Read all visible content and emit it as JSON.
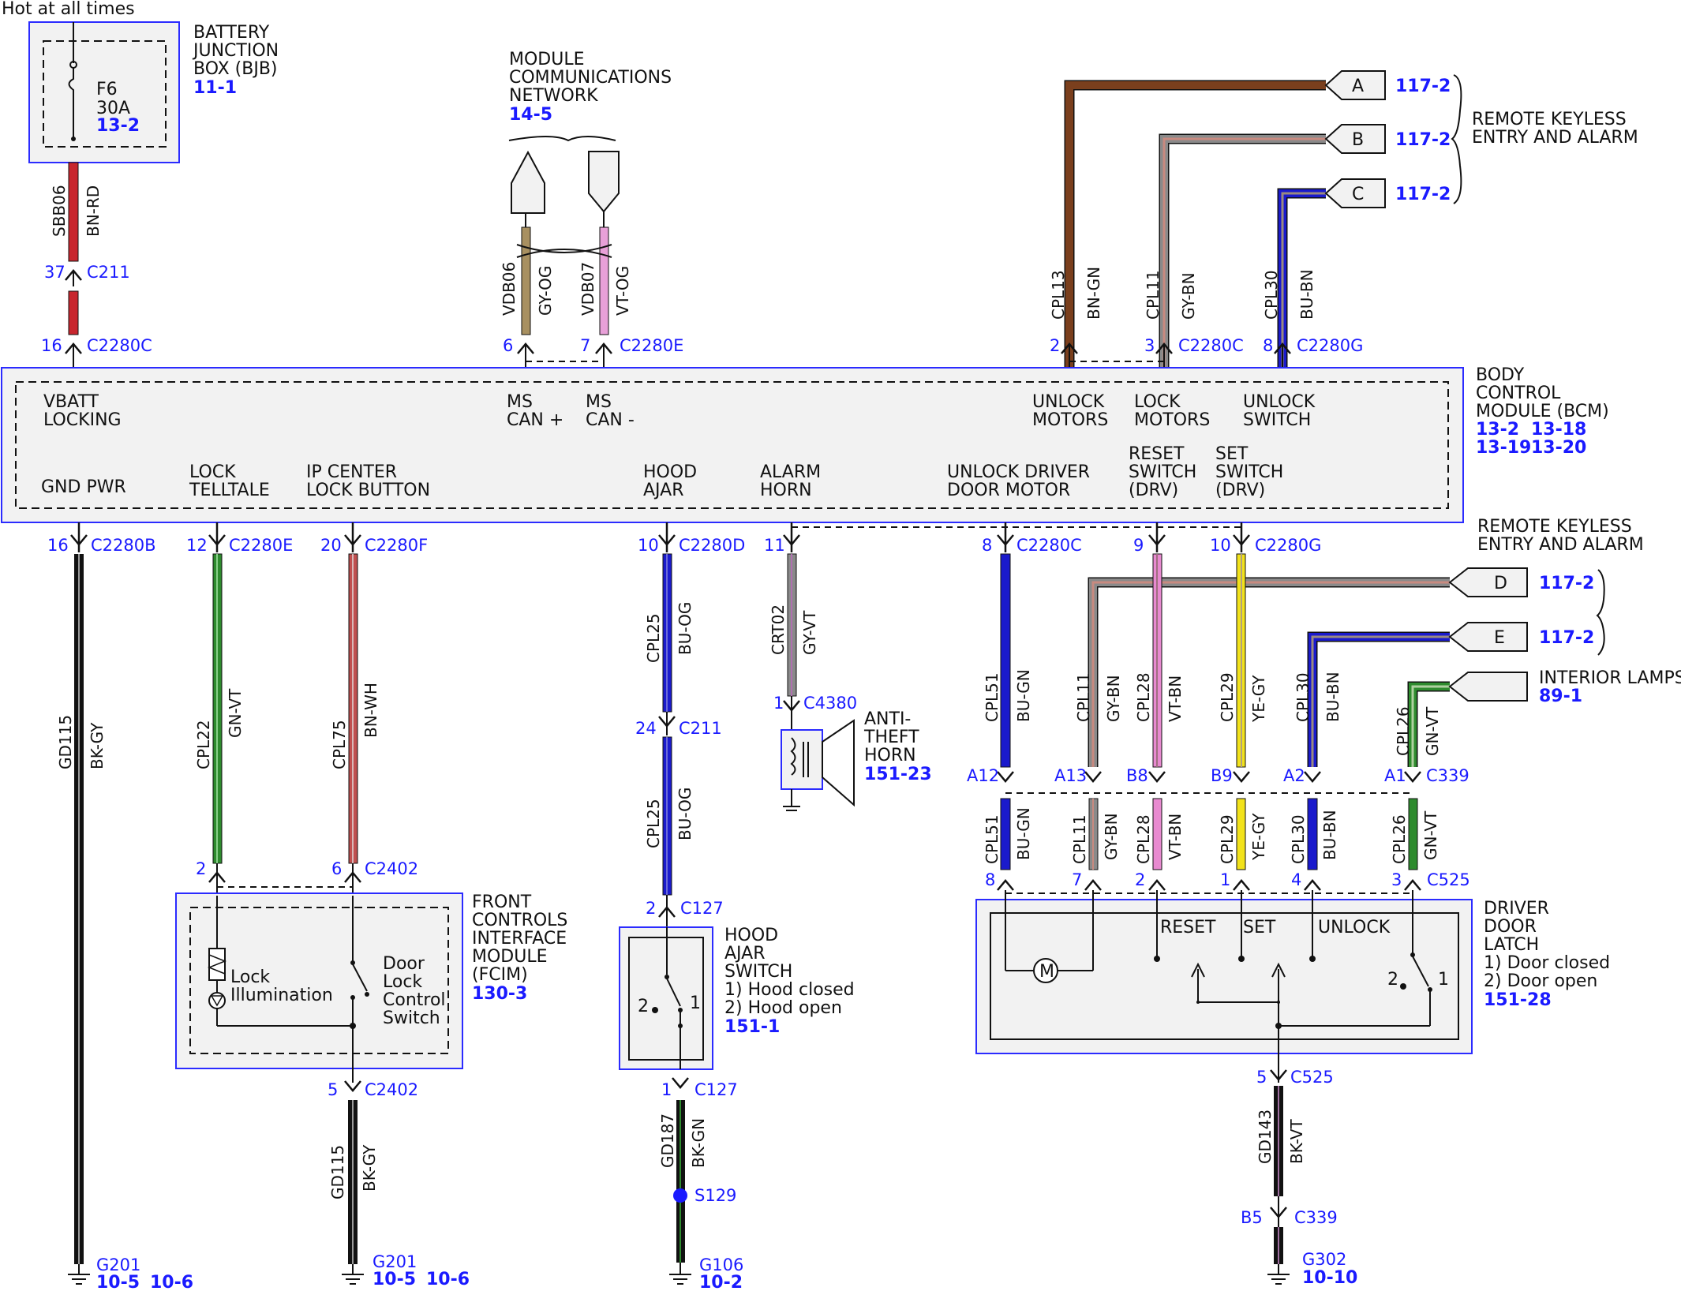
{
  "header": {
    "note": "Hot at all times"
  },
  "bjb": {
    "title1": "BATTERY",
    "title2": "JUNCTION",
    "title3": "BOX (BJB)",
    "ref": "11-1",
    "fuse": "F6",
    "amps": "30A",
    "fuse_ref": "13-2"
  },
  "network": {
    "title1": "MODULE",
    "title2": "COMMUNICATIONS",
    "title3": "NETWORK",
    "ref": "14-5"
  },
  "rke_top": {
    "title1": "REMOTE KEYLESS",
    "title2": "ENTRY AND ALARM",
    "a": "A",
    "b": "B",
    "c": "C",
    "ref_a": "117-2",
    "ref_b": "117-2",
    "ref_c": "117-2"
  },
  "rke_mid": {
    "title1": "REMOTE KEYLESS",
    "title2": "ENTRY AND ALARM",
    "d": "D",
    "e": "E",
    "ref_d": "117-2",
    "ref_e": "117-2"
  },
  "interior": {
    "title": "INTERIOR LAMPS",
    "ref": "89-1"
  },
  "bcm": {
    "title1": "BODY",
    "title2": "CONTROL",
    "title3": "MODULE (BCM)",
    "ref1": "13-2",
    "ref2": "13-18",
    "ref3": "13-19",
    "ref4": "13-20",
    "vbatt1": "VBATT",
    "vbatt2": "LOCKING",
    "mscanp1": "MS",
    "mscanp2": "CAN +",
    "mscanm1": "MS",
    "mscanm2": "CAN -",
    "unlockm1": "UNLOCK",
    "unlockm2": "MOTORS",
    "lockm1": "LOCK",
    "lockm2": "MOTORS",
    "unlocks1": "UNLOCK",
    "unlocks2": "SWITCH",
    "gnd": "GND PWR",
    "lt1": "LOCK",
    "lt2": "TELLTALE",
    "ip1": "IP CENTER",
    "ip2": "LOCK BUTTON",
    "hood1": "HOOD",
    "hood2": "AJAR",
    "alarm1": "ALARM",
    "alarm2": "HORN",
    "udm1": "UNLOCK DRIVER",
    "udm2": "DOOR MOTOR",
    "reset1": "RESET",
    "reset2": "SWITCH",
    "reset3": "(DRV)",
    "set1": "SET",
    "set2": "SWITCH",
    "set3": "(DRV)"
  },
  "wires": {
    "sbb06": "SBB06",
    "bnrd": "BN-RD",
    "vdb06": "VDB06",
    "gyog": "GY-OG",
    "vdb07": "VDB07",
    "vtog": "VT-OG",
    "cpl13": "CPL13",
    "bngn": "BN-GN",
    "cpl11": "CPL11",
    "gybn": "GY-BN",
    "cpl30": "CPL30",
    "bubn": "BU-BN",
    "gd115": "GD115",
    "bkgy": "BK-GY",
    "cpl22": "CPL22",
    "gnvt": "GN-VT",
    "cpl75": "CPL75",
    "bnwh": "BN-WH",
    "cpl25": "CPL25",
    "buog": "BU-OG",
    "crt02": "CRT02",
    "gyvt": "GY-VT",
    "cpl51": "CPL51",
    "bugn": "BU-GN",
    "cpl28": "CPL28",
    "vtbn": "VT-BN",
    "cpl29": "CPL29",
    "yegy": "YE-GY",
    "cpl26": "CPL26",
    "gd187": "GD187",
    "bkgn": "BK-GN",
    "gd143": "GD143",
    "bkvt": "BK-VT"
  },
  "connectors": {
    "p37": "37",
    "c211": "C211",
    "p16": "16",
    "c2280c": "C2280C",
    "p6": "6",
    "p7": "7",
    "c2280e": "C2280E",
    "p2": "2",
    "p3": "3",
    "p8": "8",
    "c2280g": "C2280G",
    "p16b": "16",
    "c2280b": "C2280B",
    "p12": "12",
    "p20": "20",
    "c2280f": "C2280F",
    "p10": "10",
    "c2280d": "C2280D",
    "p11": "11",
    "p8b": "8",
    "p9": "9",
    "p10b": "10",
    "p24": "24",
    "p1h": "1",
    "c4380": "C4380",
    "a12": "A12",
    "a13": "A13",
    "b8": "B8",
    "b9": "B9",
    "a2": "A2",
    "a1": "A1",
    "c339": "C339",
    "l8": "8",
    "l7": "7",
    "l2": "2",
    "l1": "1",
    "l4": "4",
    "l3": "3",
    "c525": "C525",
    "f2": "2",
    "f6": "6",
    "c2402": "C2402",
    "f5": "5",
    "h2": "2",
    "c127": "C127",
    "h1": "1",
    "s5": "5",
    "b5": "B5",
    "s129": "S129"
  },
  "grounds": {
    "g201a": "G201",
    "g201a_r1": "10-5",
    "g201a_r2": "10-6",
    "g201b": "G201",
    "g201b_r1": "10-5",
    "g201b_r2": "10-6",
    "g106": "G106",
    "g106_r": "10-2",
    "g302": "G302",
    "g302_r": "10-10"
  },
  "horn": {
    "t1": "ANTI-",
    "t2": "THEFT",
    "t3": "HORN",
    "ref": "151-23"
  },
  "fcim": {
    "t1": "FRONT",
    "t2": "CONTROLS",
    "t3": "INTERFACE",
    "t4": "MODULE",
    "t5": "(FCIM)",
    "ref": "130-3",
    "lock": "Lock",
    "illum": "Illumination",
    "door": "Door",
    "lk": "Lock",
    "ctrl": "Control",
    "sw": "Switch"
  },
  "hoodsw": {
    "t1": "HOOD",
    "t2": "AJAR",
    "t3": "SWITCH",
    "o1": "1) Hood closed",
    "o2": "2) Hood open",
    "ref": "151-1",
    "n1": "1",
    "n2": "2"
  },
  "latch": {
    "t1": "DRIVER",
    "t2": "DOOR",
    "t3": "LATCH",
    "o1": "1) Door closed",
    "o2": "2) Door open",
    "ref": "151-28",
    "reset": "RESET",
    "set": "SET",
    "unlock": "UNLOCK",
    "m": "M",
    "n1": "1",
    "n2": "2"
  },
  "colors": {
    "box_border": "#2b2bff",
    "ref": "#1a1aff",
    "brown": "#7a3f1d",
    "blue": "#1a1acc",
    "green": "#2e8b2e",
    "red": "#c8262e",
    "pink": "#e88ad0",
    "yellow": "#f2e21a",
    "gray": "#888888"
  }
}
